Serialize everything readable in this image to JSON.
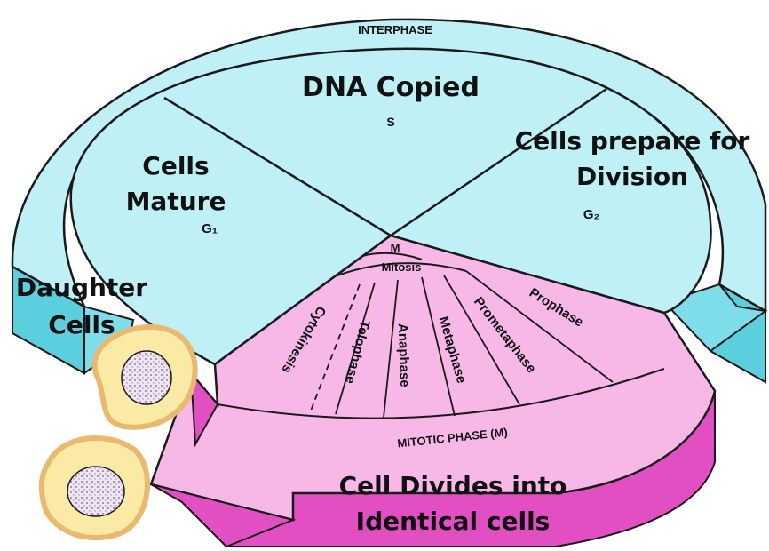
{
  "labels": {
    "interphase": "INTERPHASE",
    "dna_copied": "DNA Copied",
    "s": "S",
    "cells_prepare_line1": "Cells prepare for",
    "cells_prepare_line2": "Division",
    "g2": "G₂",
    "cells_mature_line1": "Cells",
    "cells_mature_line2": "Mature",
    "g1": "G₁",
    "daughter_line1": "Daughter",
    "daughter_line2": "Cells",
    "m": "M",
    "mitosis": "Mitosis",
    "prophase": "Prophase",
    "prometaphase": "Prometaphase",
    "metaphase": "Metaphase",
    "anaphase": "Anaphase",
    "telophase": "Telophase",
    "cytokinesis": "Cytokinesis",
    "mitotic_phase": "MITOTIC PHASE (M)",
    "divides_line1": "Cell Divides into",
    "divides_line2": "Identical cells"
  },
  "colors": {
    "interphase_fill": "#bff0f5",
    "interphase_side": "#5ccfdf",
    "mitotic_fill": "#f7b8e8",
    "mitotic_side": "#e24fc2",
    "cell_body": "#fbe9a6",
    "cell_border": "#e9b96f",
    "nucleus": "#efe6f4",
    "outline": "#1a1a1a"
  }
}
